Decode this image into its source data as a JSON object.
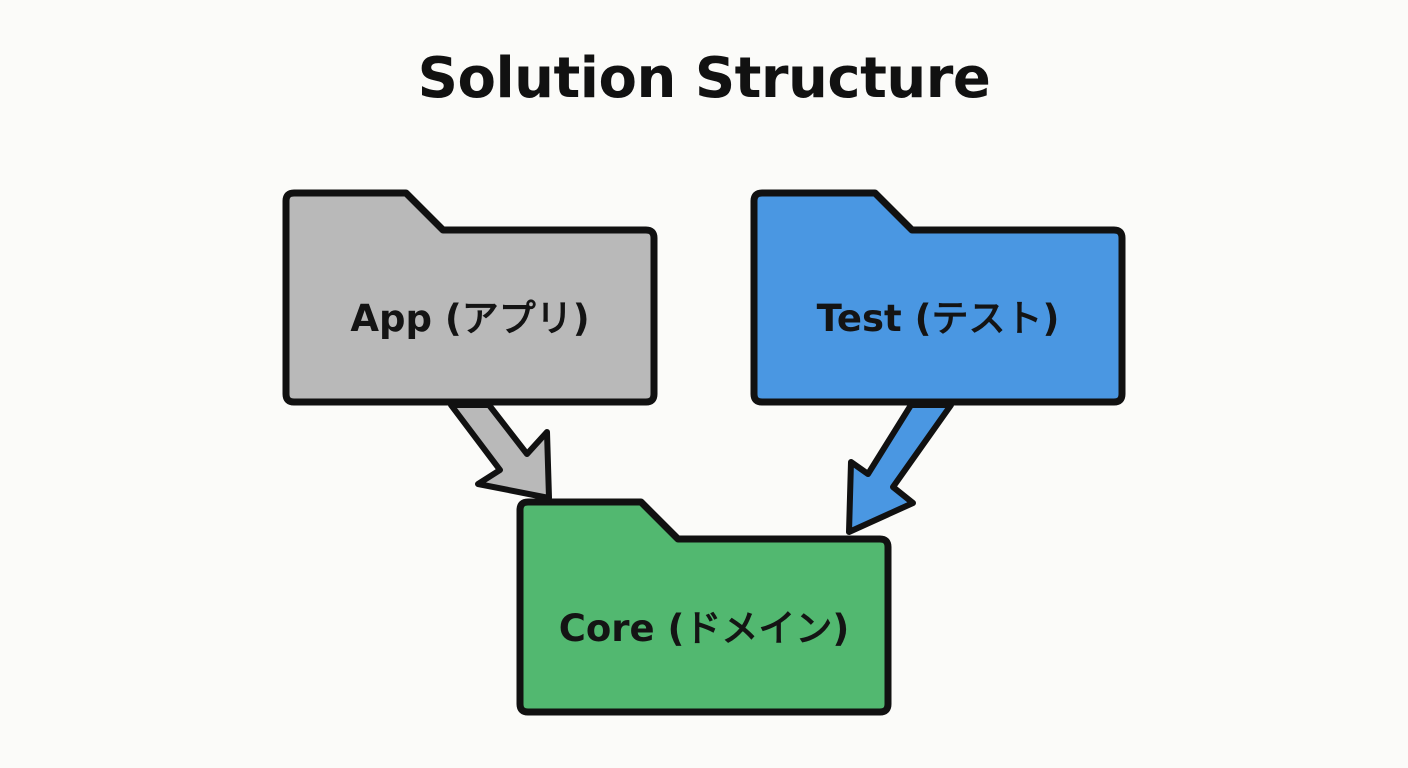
{
  "title": "Solution Structure",
  "folders": {
    "app": {
      "label": "App (アプリ)",
      "color": "#b9b9b9"
    },
    "test": {
      "label": "Test (テスト)",
      "color": "#4a97e2"
    },
    "core": {
      "label": "Core (ドメイン)",
      "color": "#52b870"
    }
  },
  "edges": [
    {
      "from": "app",
      "to": "core",
      "color": "#b9b9b9"
    },
    {
      "from": "test",
      "to": "core",
      "color": "#4a97e2"
    }
  ],
  "outline_color": "#111111"
}
